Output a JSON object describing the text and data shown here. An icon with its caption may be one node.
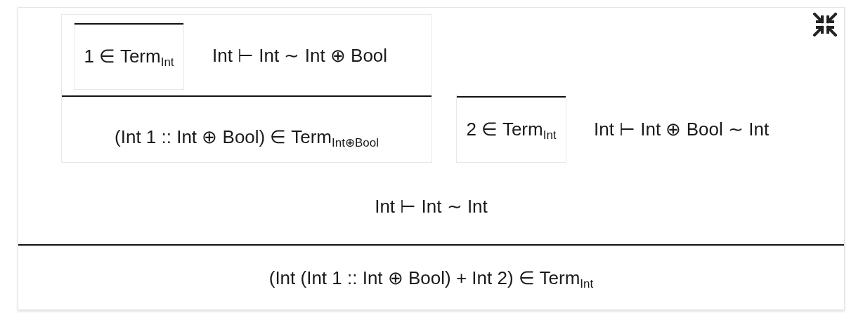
{
  "diagram": {
    "nodes": [
      {
        "text": [
          "Int ⊢ Int ⊕ Bool ∼ Int",
          "Int ⊢ Int ∼ Int",
          "(Int (Int 1 :: Int ⊕ Bool) + Int 2) ∈ Term$_{Int}$"
        ]
      },
      {
        "text": [
          "Int ⊢ Int ∼ Int ⊕ Bool",
          "(Int 1 :: Int ⊕ Bool) ∈ Term$_{Int⊕Bool}$"
        ],
        "in": 0
      },
      {
        "text": [
          "1 ∈ Term$_{Int}$"
        ],
        "in": 1
      },
      {
        "text": [
          "2 ∈ Term$_{Int}$"
        ],
        "in": 0
      }
    ],
    "edges": []
  }
}
